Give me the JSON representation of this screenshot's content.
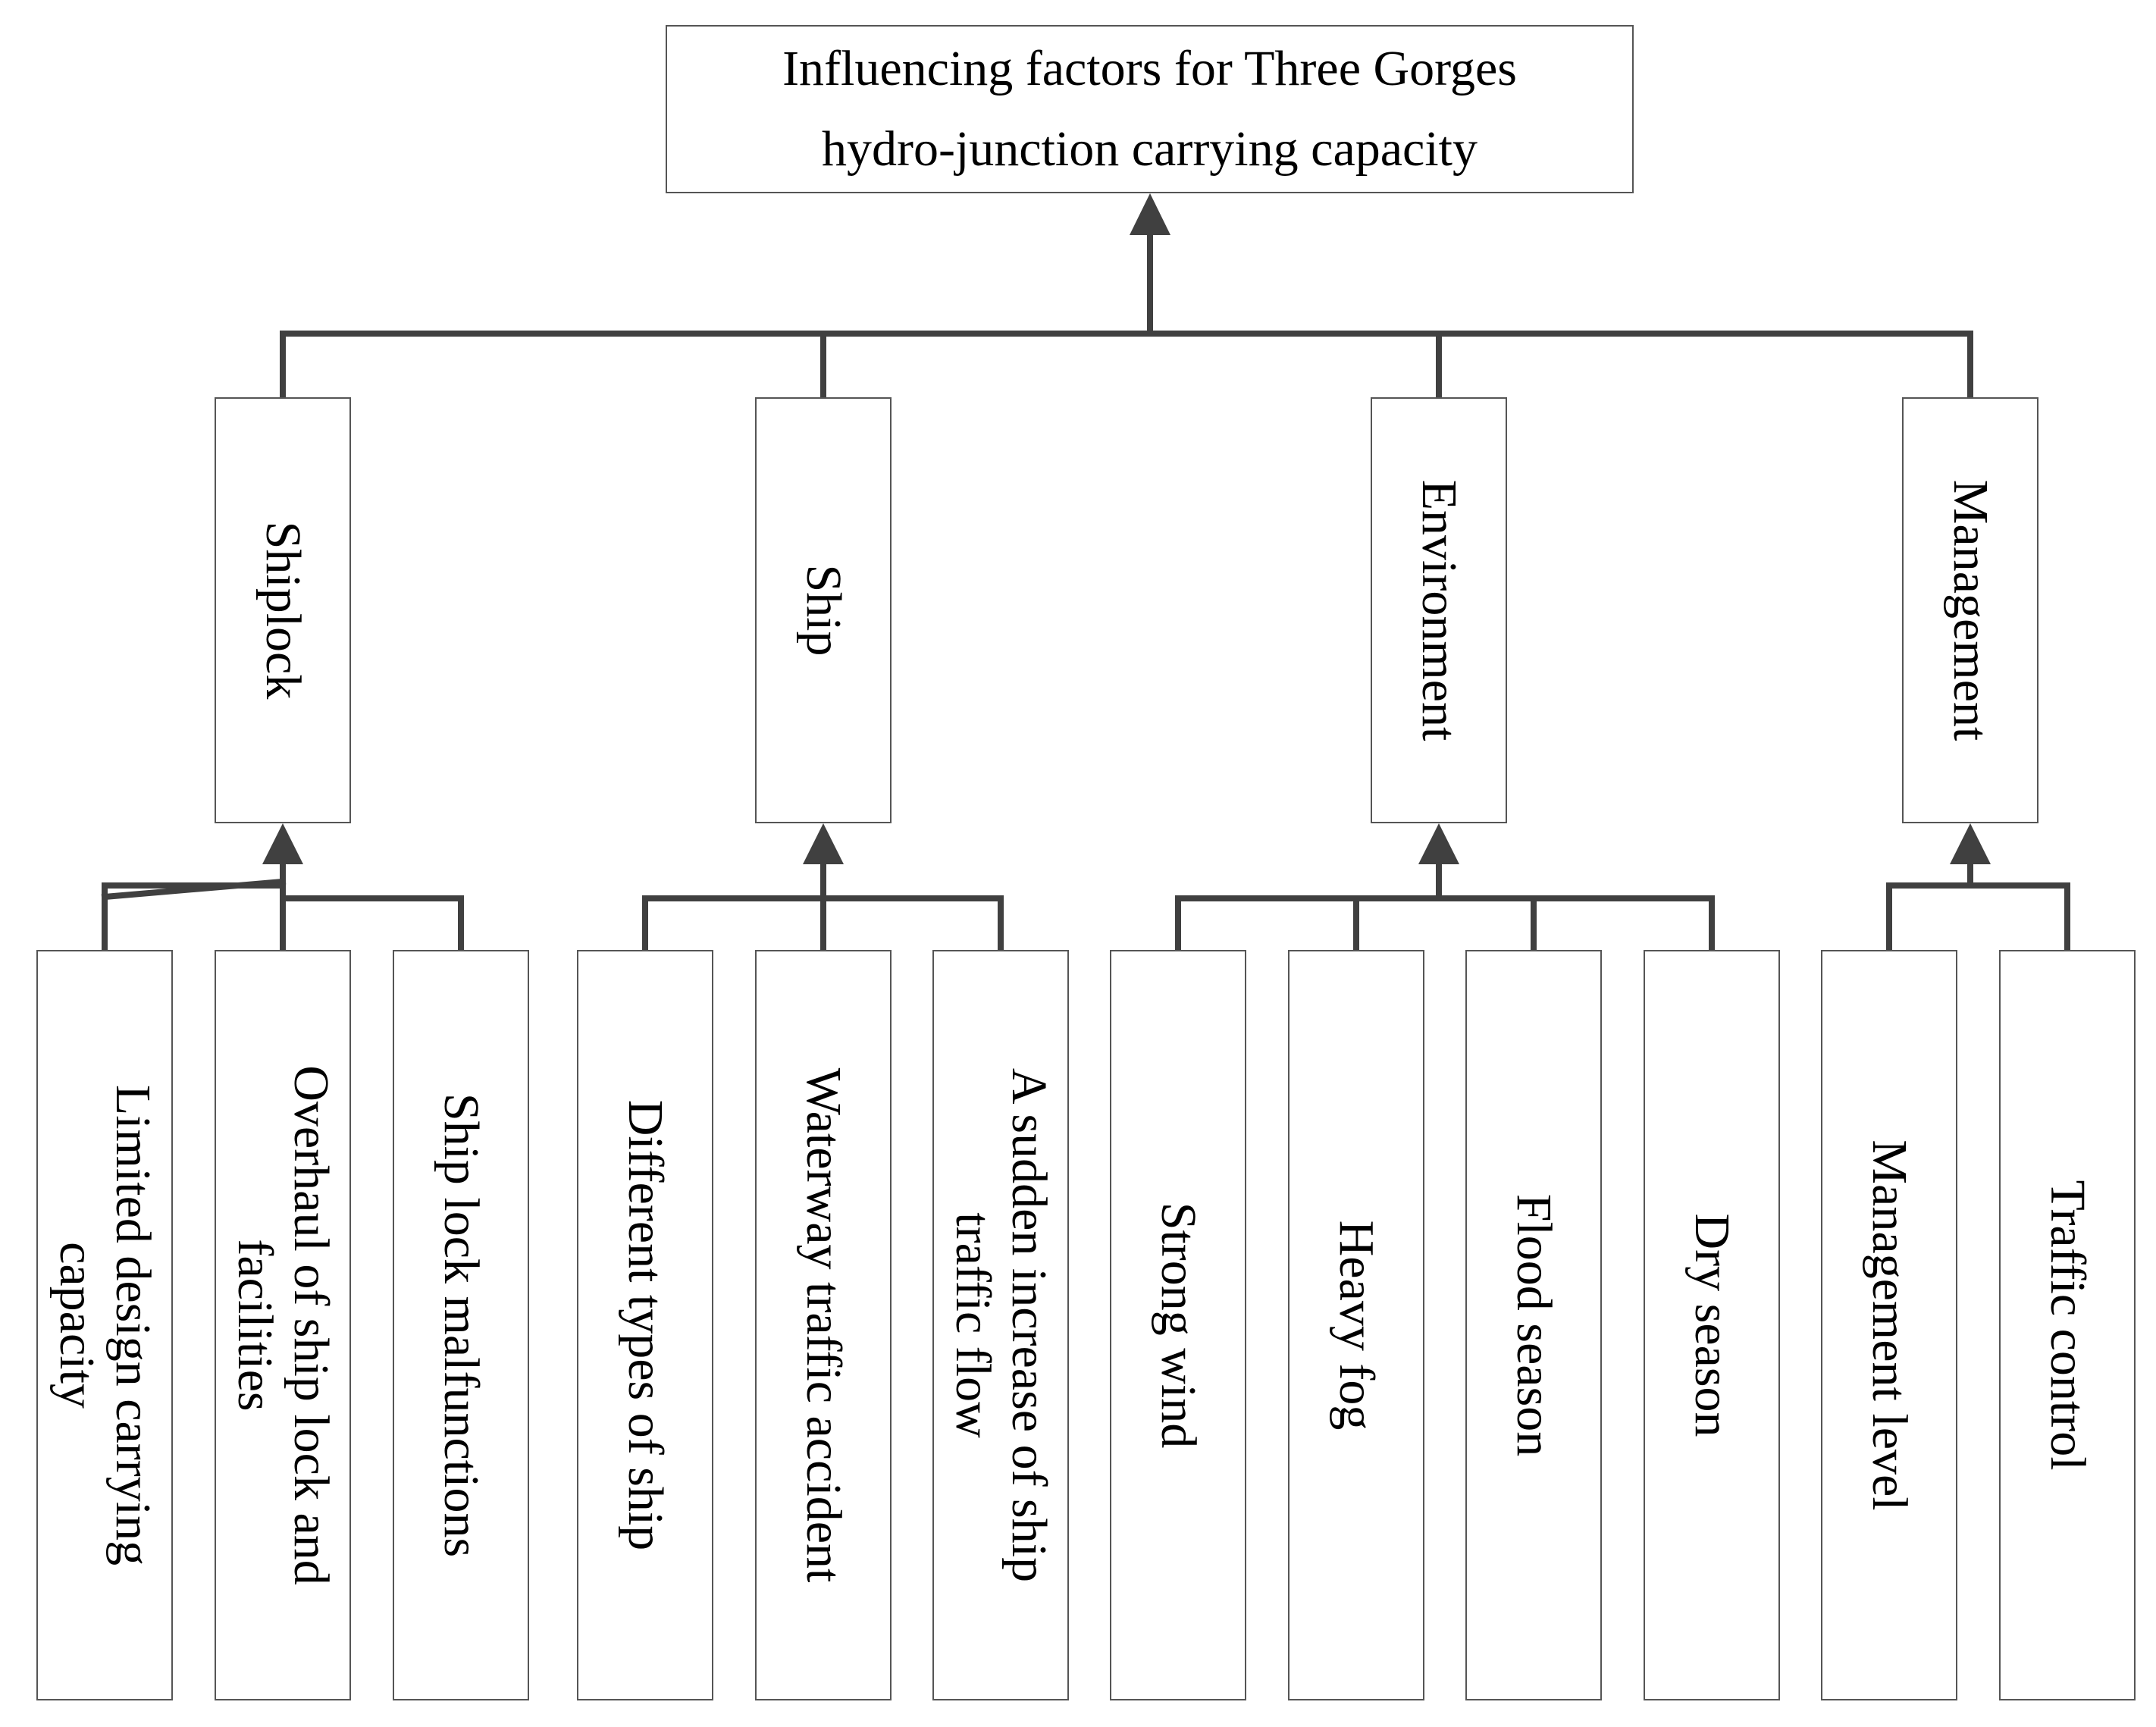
{
  "root": {
    "title_line1": "Influencing factors for Three Gorges",
    "title_line2": "hydro-junction carrying capacity"
  },
  "categories": [
    {
      "label": "Shiplock",
      "factors": [
        {
          "line1": "Limited design carrying",
          "line2": "capacity"
        },
        {
          "line1": "Overhaul of ship lock and",
          "line2": "facilities"
        },
        {
          "line1": "Ship lock malfunctions",
          "line2": ""
        }
      ]
    },
    {
      "label": "Ship",
      "factors": [
        {
          "line1": "Different types of ship",
          "line2": ""
        },
        {
          "line1": "Waterway traffic accident",
          "line2": ""
        },
        {
          "line1": "A sudden increase of ship",
          "line2": "traffic flow"
        }
      ]
    },
    {
      "label": "Environment",
      "factors": [
        {
          "line1": "Strong wind",
          "line2": ""
        },
        {
          "line1": "Heavy fog",
          "line2": ""
        },
        {
          "line1": "Flood season",
          "line2": ""
        },
        {
          "line1": "Dry season",
          "line2": ""
        }
      ]
    },
    {
      "label": "Management",
      "factors": [
        {
          "line1": "Management level",
          "line2": ""
        },
        {
          "line1": "Traffic control",
          "line2": ""
        }
      ]
    }
  ]
}
